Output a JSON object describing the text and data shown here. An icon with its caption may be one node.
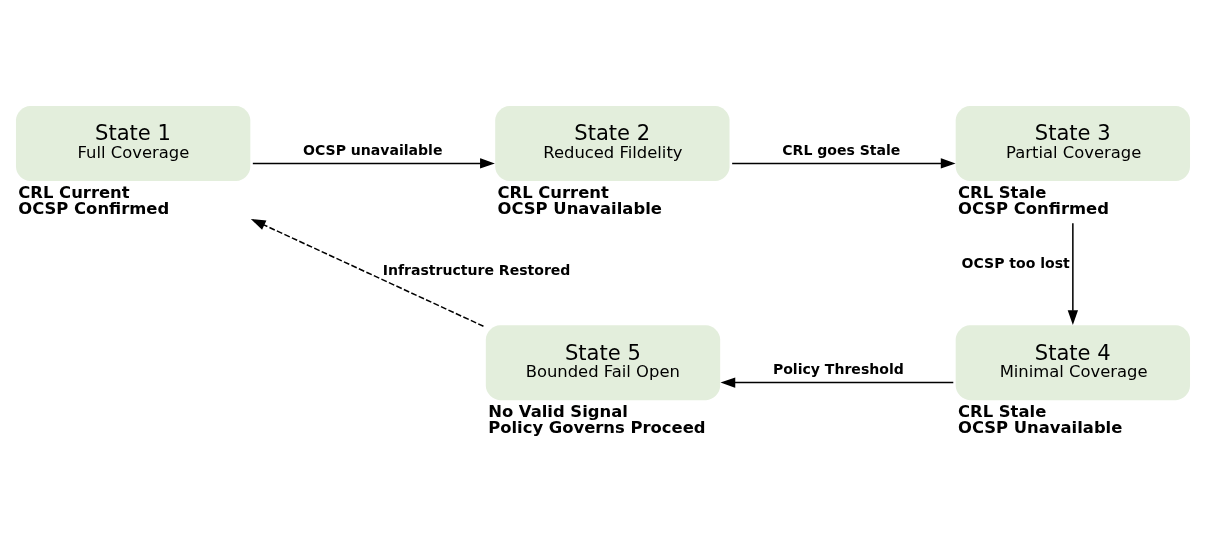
{
  "diagram": {
    "nodes": [
      {
        "text": [
          "State 1",
          "Full Coverage"
        ],
        "beside": [
          "CRL Current",
          "OCSP Confirmed"
        ]
      },
      {
        "text": [
          "State 2",
          "Reduced Fildelity"
        ],
        "beside": [
          "CRL Current",
          "OCSP Unavailable"
        ]
      },
      {
        "text": [
          "State 3",
          "Partial Coverage"
        ],
        "beside": [
          "CRL Stale",
          "OCSP Confirmed"
        ]
      },
      {
        "text": [
          "State 4",
          "Minimal Coverage"
        ],
        "beside": [
          "CRL Stale",
          "OCSP Unavailable"
        ]
      },
      {
        "text": [
          "State 5",
          "Bounded Fail Open"
        ],
        "beside": [
          "No Valid Signal",
          "Policy Governs Proceed"
        ]
      }
    ],
    "edges": [
      {
        "from": 0,
        "to": 1,
        "arrow": "to",
        "label": "OCSP unavailable"
      },
      {
        "from": 1,
        "to": 2,
        "arrow": "to",
        "label": "CRL goes Stale"
      },
      {
        "from": 2,
        "to": 3,
        "arrow": "to",
        "label": "OCSP too lost"
      },
      {
        "from": 3,
        "to": 4,
        "arrow": "to",
        "label": "Policy Threshold"
      },
      {
        "from": 4,
        "to": 0,
        "arrow": "to",
        "label": "Infrastructure Restored",
        "style": "dashed"
      }
    ]
  }
}
